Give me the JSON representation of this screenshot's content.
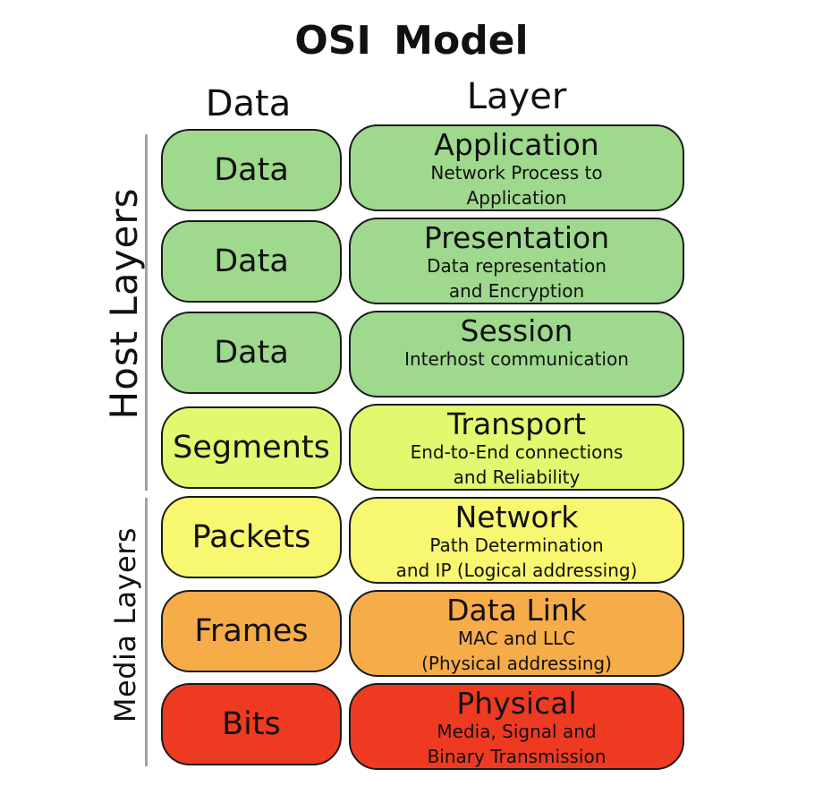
{
  "title": "OSI  Model",
  "headers": {
    "data": "Data",
    "layer": "Layer"
  },
  "groups": {
    "host": "Host Layers",
    "media": "Media Layers"
  },
  "colors": {
    "host_green": "#9ed98e",
    "transport_lime": "#e1f86f",
    "network_yellow": "#f8f770",
    "datalink_orange": "#f7ac4a",
    "physical_red": "#ef3a22"
  },
  "layers": [
    {
      "data": "Data",
      "name": "Application",
      "desc1": "Network Process to",
      "desc2": "Application",
      "color": "#9ed98e"
    },
    {
      "data": "Data",
      "name": "Presentation",
      "desc1": "Data representation",
      "desc2": "and Encryption",
      "color": "#9ed98e"
    },
    {
      "data": "Data",
      "name": "Session",
      "desc1": "Interhost communication",
      "desc2": "",
      "color": "#9ed98e"
    },
    {
      "data": "Segments",
      "name": "Transport",
      "desc1": "End-to-End connections",
      "desc2": "and Reliability",
      "color": "#e1f86f"
    },
    {
      "data": "Packets",
      "name": "Network",
      "desc1": "Path Determination",
      "desc2": "and IP (Logical addressing)",
      "color": "#f8f770"
    },
    {
      "data": "Frames",
      "name": "Data Link",
      "desc1": "MAC and LLC",
      "desc2": "(Physical addressing)",
      "color": "#f7ac4a"
    },
    {
      "data": "Bits",
      "name": "Physical",
      "desc1": "Media, Signal and",
      "desc2": "Binary Transmission",
      "color": "#ef3a22"
    }
  ]
}
